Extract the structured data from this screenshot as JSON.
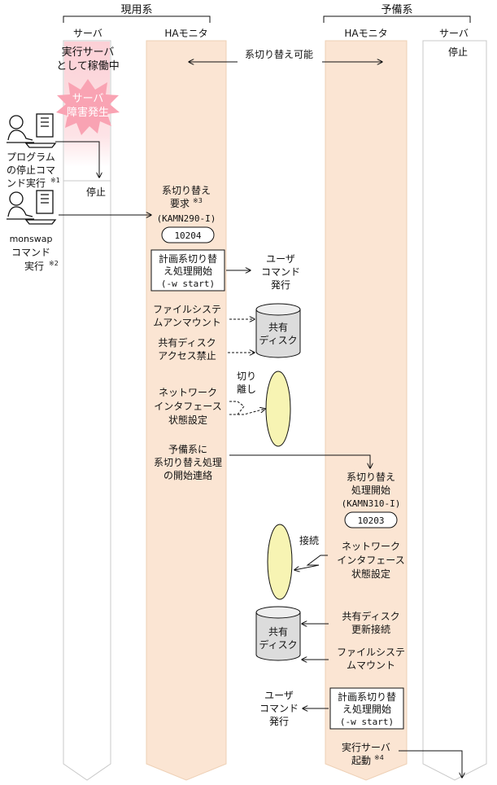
{
  "groups": {
    "active": "現用系",
    "standby": "予備系"
  },
  "headers": {
    "server_left": "サーバ",
    "ha_left": "HAモニタ",
    "ha_right": "HAモニタ",
    "server_right": "サーバ"
  },
  "switchable": "系切り替え可能",
  "left_server": {
    "running": [
      "実行サーバ",
      "として稼働中"
    ],
    "failure": [
      "サーバ",
      "障害発生"
    ],
    "stopped": "停止"
  },
  "right_server": {
    "stopped": "停止"
  },
  "operators": {
    "program_stop": [
      "プログラム",
      "の停止コマ",
      "ンド実行"
    ],
    "program_stop_note": "※1",
    "monswap": [
      "monswap",
      "コマンド",
      "実行"
    ],
    "monswap_note": "※2"
  },
  "active_ha": {
    "switch_request": [
      "系切り替え",
      "要求"
    ],
    "switch_request_note": "※3",
    "switch_request_msg": "(KAMN290-I)",
    "code1": "10204",
    "planned_start": [
      "計画系切り替",
      "え処理開始",
      "(-w start)"
    ],
    "user_cmd": [
      "ユーザ",
      "コマンド",
      "発行"
    ],
    "fs_unmount": [
      "ファイルシステ",
      "ムアンマウント"
    ],
    "disk_label": [
      "共有",
      "ディスク"
    ],
    "disk_block": [
      "共有ディスク",
      "アクセス禁止"
    ],
    "detach": [
      "切り",
      "離し"
    ],
    "net_set": [
      "ネットワーク",
      "インタフェース",
      "状態設定"
    ],
    "notify": [
      "予備系に",
      "系切り替え処理",
      "の開始連絡"
    ]
  },
  "standby_ha": {
    "switch_start": [
      "系切り替え",
      "処理開始",
      "(KAMN310-I)"
    ],
    "code2": "10203",
    "connect": "接続",
    "net_set": [
      "ネットワーク",
      "インタフェース",
      "状態設定"
    ],
    "disk_label": [
      "共有",
      "ディスク"
    ],
    "disk_connect": [
      "共有ディスク",
      "更新接続"
    ],
    "fs_mount": [
      "ファイルシステ",
      "ムマウント"
    ],
    "user_cmd": [
      "ユーザ",
      "コマンド",
      "発行"
    ],
    "planned_start": [
      "計画系切り替",
      "え処理開始",
      "(-w start)"
    ],
    "exec_start": [
      "実行サーバ",
      "起動"
    ],
    "exec_start_note": "※4"
  },
  "colors": {
    "lane_fill": "#fbe5d3",
    "lane_stroke": "#eed0b5",
    "running_fill": "#fcd4d8",
    "burst_fill": "#f9a3b3",
    "ellipse_fill": "#f7f4b3",
    "disk_fill": "#dcdcdc"
  }
}
